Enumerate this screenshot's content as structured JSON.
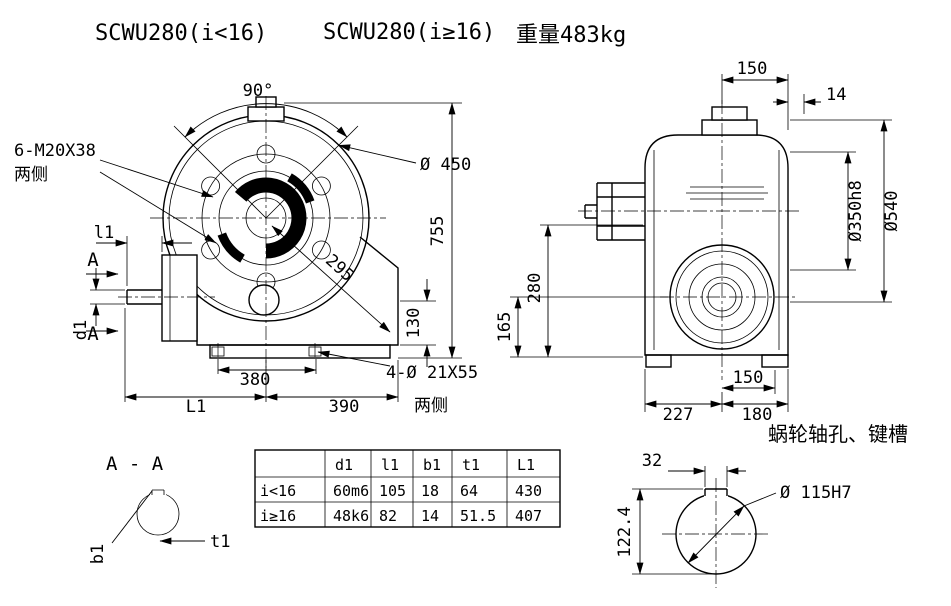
{
  "titles": {
    "model_lt16": "SCWU280(i<16)",
    "model_ge16": "SCWU280(i≥16)",
    "weight": "重量483kg"
  },
  "front_view": {
    "angle_90": "90°",
    "dia_450": "Ø 450",
    "height_755": "755",
    "dim_295": "295",
    "dim_130": "130",
    "dim_380": "380",
    "dim_390": "390",
    "dim_L1": "L1",
    "dim_l1": "l1",
    "dim_d1": "d1",
    "bolts_label": "6-M20X38",
    "bolts_note": "两侧",
    "slots_label": "4-Ø 21X55",
    "slots_note": "两侧",
    "section_mark_top": "A",
    "section_mark_bottom": "A"
  },
  "side_view": {
    "top_150": "150",
    "top_14": "14",
    "dia_350": "Ø350h8",
    "dia_540": "Ø540",
    "dim_280": "280",
    "dim_165": "165",
    "bottom_150": "150",
    "dim_227": "227",
    "dim_180": "180"
  },
  "section_aa": {
    "label": "A - A",
    "b1": "b1",
    "t1": "t1"
  },
  "keyway": {
    "title": "蜗轮轴孔、键槽",
    "width_32": "32",
    "bore": "Ø 115H7",
    "depth": "122.4"
  },
  "table": {
    "headers": [
      "d1",
      "l1",
      "b1",
      "t1",
      "L1"
    ],
    "rows": [
      {
        "label": "i<16",
        "values": [
          "60m6",
          "105",
          "18",
          "64",
          "430"
        ]
      },
      {
        "label": "i≥16",
        "values": [
          "48k6",
          "82",
          "14",
          "51.5",
          "407"
        ]
      }
    ]
  }
}
